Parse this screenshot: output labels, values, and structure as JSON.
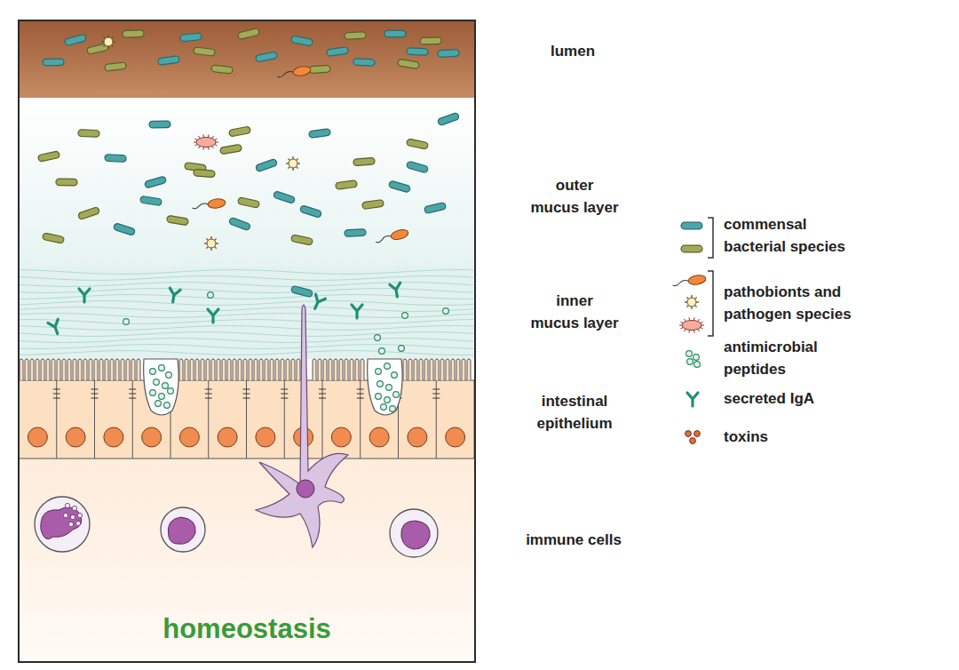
{
  "diagram": {
    "nodes": [
      {
        "text": [
          "homeostasis"
        ]
      }
    ],
    "labels": [
      "lumen",
      "outer mucus layer",
      "inner mucus layer",
      "intestinal epithelium",
      "immune cells"
    ],
    "legend": [
      {
        "text": "commensal bacterial species"
      },
      {
        "text": "pathobionts and pathogen species"
      },
      {
        "text": "antimicrobial peptides"
      },
      {
        "text": "secreted IgA"
      },
      {
        "text": "toxins"
      }
    ]
  }
}
